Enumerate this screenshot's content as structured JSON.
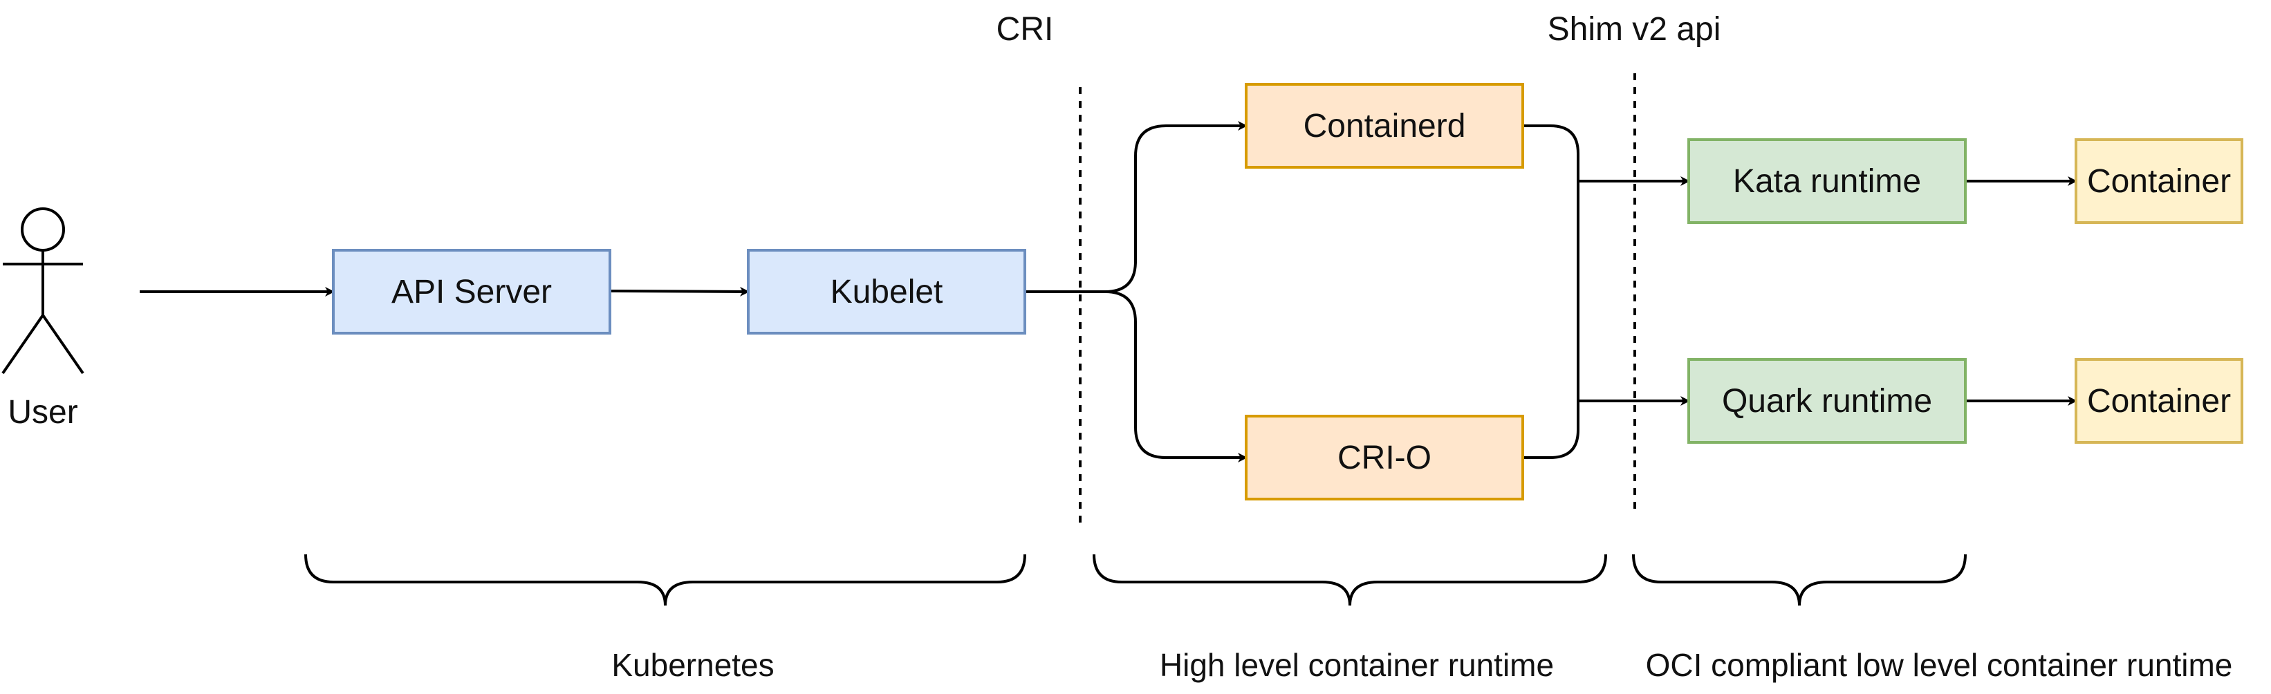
{
  "actor": {
    "label": "User"
  },
  "interfaces": {
    "cri": "CRI",
    "shim": "Shim v2 api"
  },
  "boxes": {
    "api_server": "API Server",
    "kubelet": "Kubelet",
    "containerd": "Containerd",
    "crio": "CRI-O",
    "kata": "Kata runtime",
    "quark": "Quark runtime",
    "container_top": "Container",
    "container_bottom": "Container"
  },
  "groups": {
    "kubernetes": "Kubernetes",
    "high_level": "High level container runtime",
    "low_level": "OCI compliant low level container runtime"
  },
  "colors": {
    "blue_fill": "#dae8fc",
    "blue_stroke": "#6c8ebf",
    "orange_fill": "#ffe6cc",
    "orange_stroke": "#d79b00",
    "green_fill": "#d5e8d4",
    "green_stroke": "#82b366",
    "yellow_fill": "#fff2cc",
    "yellow_stroke": "#d6b656"
  }
}
